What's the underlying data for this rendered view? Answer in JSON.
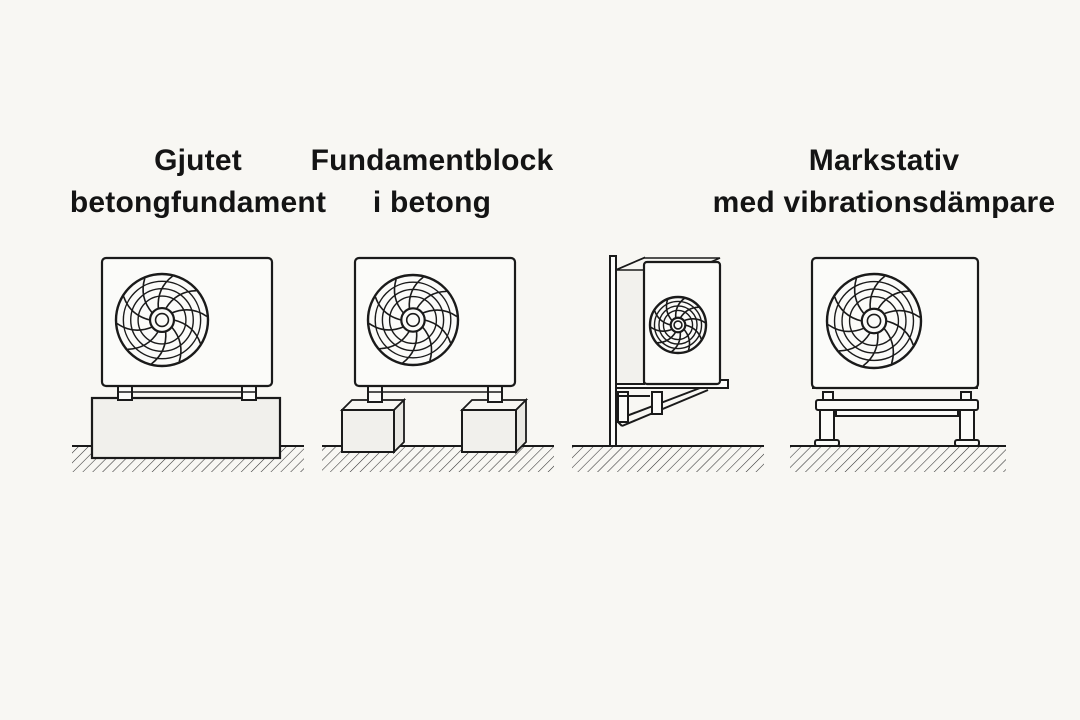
{
  "labels": {
    "cast_foundation": {
      "line1": "Gjutet",
      "line2": "betongfundament"
    },
    "concrete_blocks": {
      "line1": "Fundamentblock",
      "line2": "i betong"
    },
    "ground_stand": {
      "line1": "Markstativ",
      "line2": "med vibrationsdämpare"
    }
  },
  "colors": {
    "background": "#f8f7f3",
    "ink": "#1a1a1a",
    "unit_fill": "#fbfbf9",
    "concrete_fill": "#f1f0ec"
  },
  "icons": [
    "fan-icon",
    "hatched-ground",
    "wall-bracket"
  ]
}
